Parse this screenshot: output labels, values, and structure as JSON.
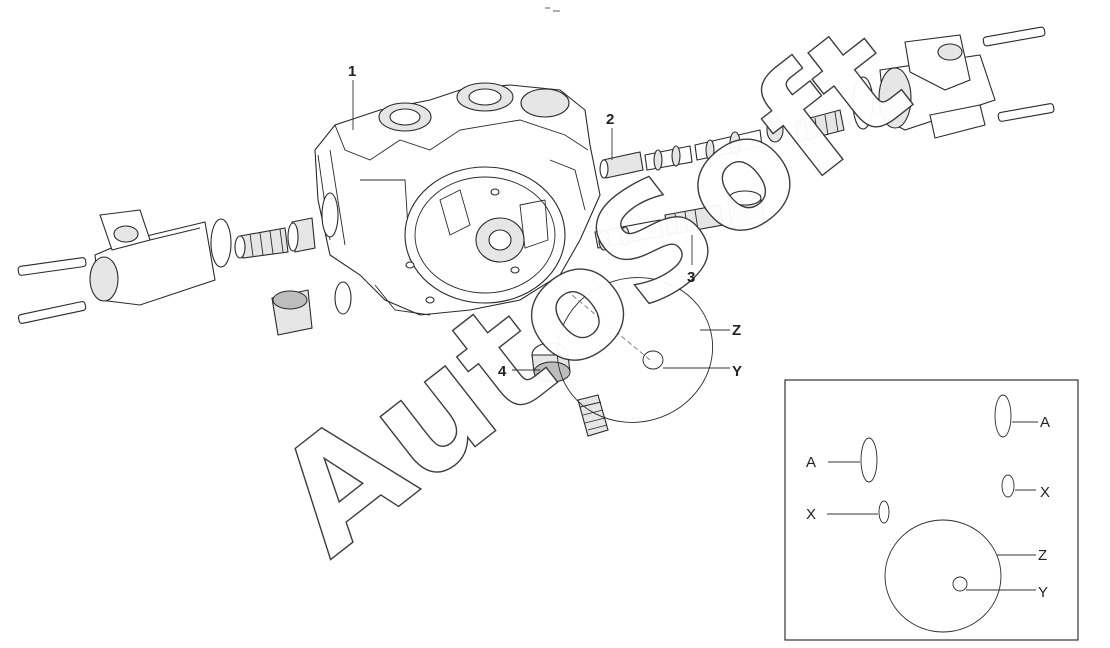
{
  "callouts": {
    "c1": "1",
    "c2": "2",
    "c3": "3",
    "c4": "4",
    "z": "Z",
    "y": "Y"
  },
  "inset": {
    "a_left": "A",
    "a_right": "A",
    "x_left": "X",
    "x_right": "X",
    "z": "Z",
    "y": "Y"
  },
  "watermark": "AutoSoft"
}
